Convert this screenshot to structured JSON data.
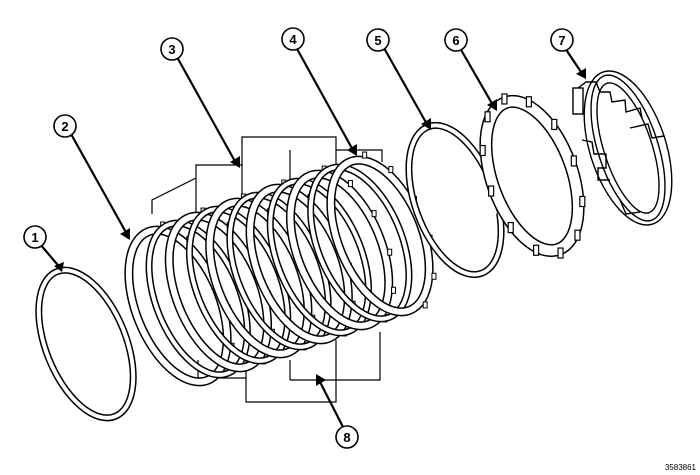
{
  "figure_id": "3583861",
  "callouts": [
    "1",
    "2",
    "3",
    "4",
    "5",
    "6",
    "7",
    "8"
  ]
}
